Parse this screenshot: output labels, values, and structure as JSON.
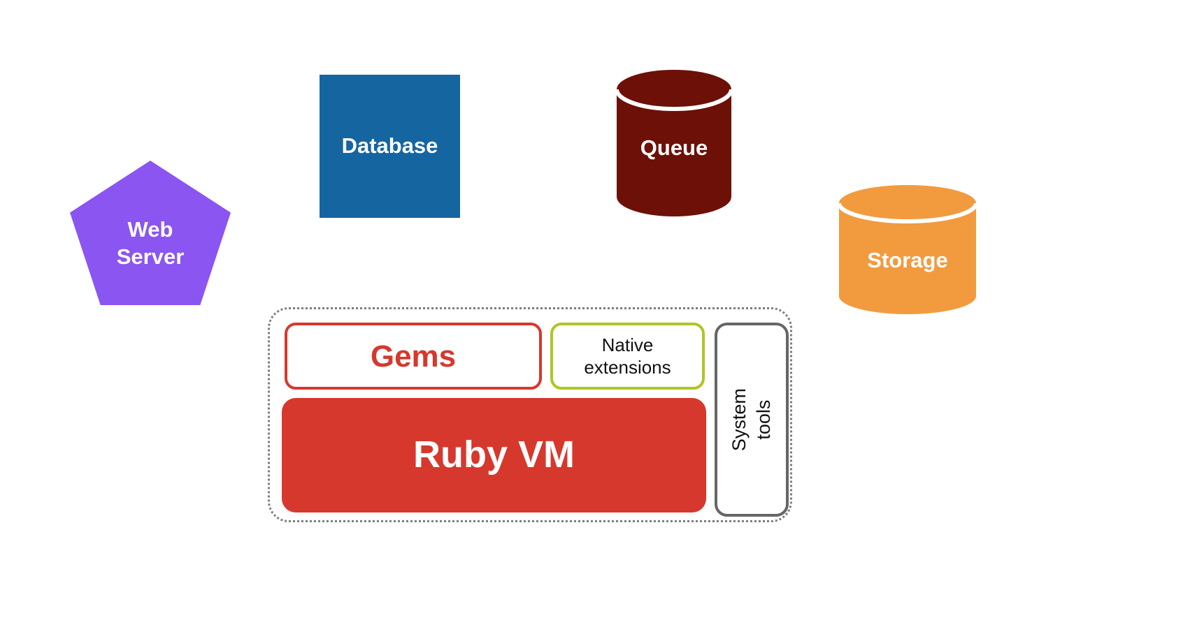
{
  "nodes": {
    "web_server": {
      "label": "Web Server",
      "shape": "pentagon",
      "color": "#8a55f0"
    },
    "database": {
      "label": "Database",
      "shape": "square",
      "color": "#1565a0"
    },
    "queue": {
      "label": "Queue",
      "shape": "cylinder",
      "color": "#6d1008"
    },
    "storage": {
      "label": "Storage",
      "shape": "cylinder",
      "color": "#f29b3e"
    }
  },
  "runtime": {
    "gems": {
      "label": "Gems",
      "border_color": "#d6382d",
      "text_color": "#d6382d"
    },
    "native_extensions": {
      "label": "Native extensions",
      "border_color": "#b1c427",
      "text_color": "#111111"
    },
    "ruby_vm": {
      "label": "Ruby VM",
      "color": "#d6382d",
      "text_color": "#ffffff"
    },
    "system_tools": {
      "label": "System tools",
      "border_color": "#666666",
      "text_color": "#111111"
    }
  }
}
